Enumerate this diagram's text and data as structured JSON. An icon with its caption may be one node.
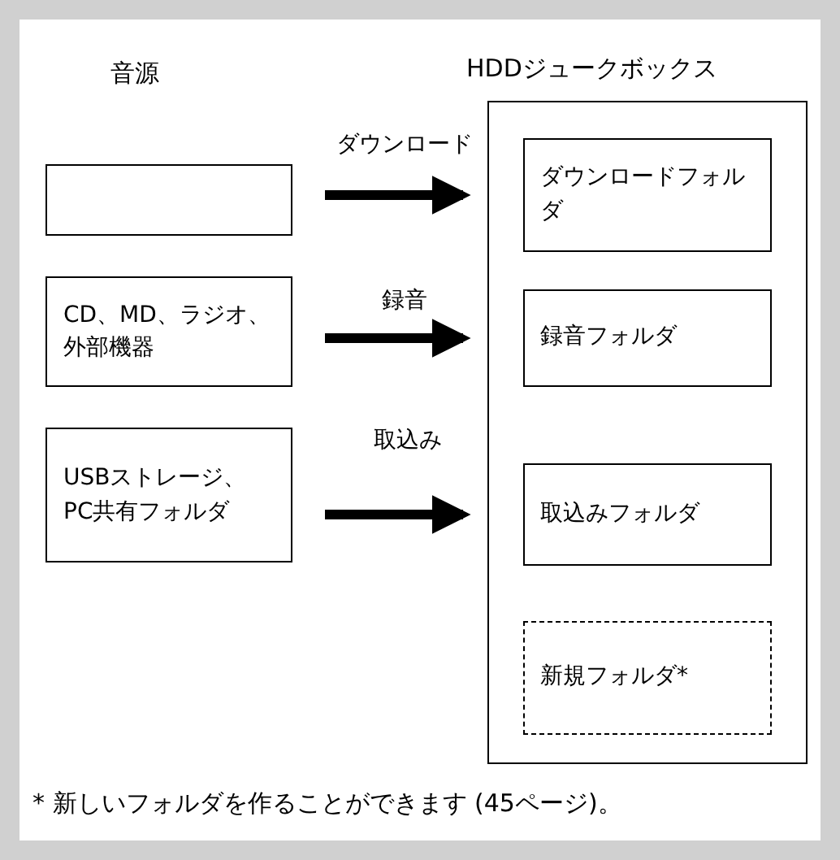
{
  "diagram": {
    "nodes": [
      {
        "text": [
          "HDDジュークボックス"
        ]
      },
      {
        "text": [
          "ダウンロードフォルダ"
        ],
        "in": 0
      },
      {
        "text": [
          "録音フォルダ"
        ],
        "in": 0
      },
      {
        "text": [
          "取込みフォルダ"
        ],
        "in": 0
      },
      {
        "text": [
          "新規フォルダ*"
        ],
        "in": 0
      },
      {
        "text": [],
        "shape": "box"
      },
      {
        "text": [
          "CD、MD、ラジオ、外部機器"
        ]
      },
      {
        "text": [
          "USBストレージ、PC共有フォルダ"
        ]
      }
    ],
    "edges": [
      {
        "from": 5,
        "to": 1,
        "arrow": "to",
        "label": "ダウンロード"
      },
      {
        "from": 6,
        "to": 2,
        "arrow": "to",
        "label": "録音"
      },
      {
        "from": 7,
        "to": 3,
        "arrow": "to",
        "label": "取込み"
      }
    ],
    "labels": [
      "音源",
      "* 新しいフォルダを作ることができます (45ページ)。"
    ]
  }
}
